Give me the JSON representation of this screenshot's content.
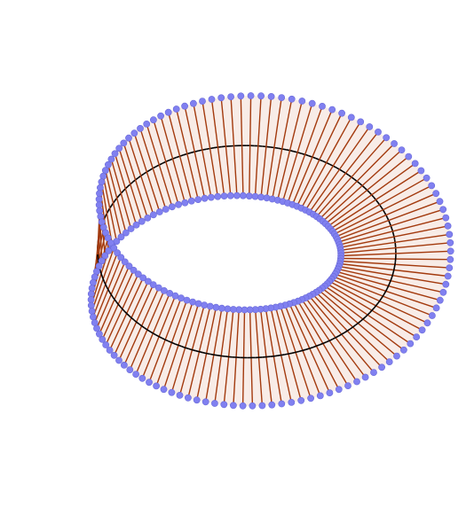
{
  "figure": {
    "kind": "mobius-strip-ruled-surface",
    "rulings_count": 120,
    "colors": {
      "background": "#ffffff",
      "surface_fill": "#f3ddd3",
      "ruling_line": "#a33a0e",
      "endpoint": "#8080f0",
      "endpoint_stroke": "#6a6ad8",
      "center_circle": "#000000"
    },
    "center_circle_style": "dashed-behind-solid-front"
  }
}
